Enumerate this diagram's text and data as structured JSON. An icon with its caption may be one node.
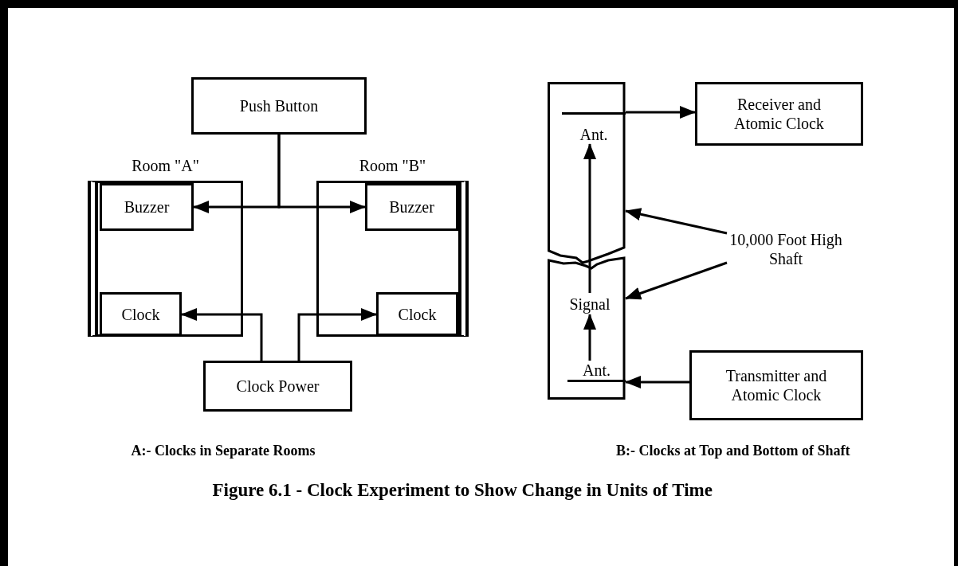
{
  "diagram": {
    "caption": "Figure 6.1 - Clock Experiment to Show Change in Units of Time",
    "nodes": [
      {
        "text": [
          "Push Button"
        ]
      },
      {
        "text": [
          "Room \"A\""
        ]
      },
      {
        "text": [
          "Buzzer"
        ],
        "in": 1
      },
      {
        "text": [
          "Clock"
        ],
        "in": 1
      },
      {
        "text": [
          "Room \"B\""
        ]
      },
      {
        "text": [
          "Buzzer"
        ],
        "in": 4
      },
      {
        "text": [
          "Clock"
        ],
        "in": 4
      },
      {
        "text": [
          "Clock Power"
        ]
      },
      {
        "text": [],
        "shape": "box"
      },
      {
        "text": [
          "Ant."
        ],
        "in": 8
      },
      {
        "text": [],
        "shape": "box"
      },
      {
        "text": [
          "Signal"
        ],
        "in": 10
      },
      {
        "text": [
          "Ant."
        ],
        "in": 10
      },
      {
        "text": [
          "Receiver and Atomic Clock"
        ]
      },
      {
        "text": [
          "10,000 Foot High Shaft"
        ]
      },
      {
        "text": [
          "Transmitter and Atomic Clock"
        ]
      }
    ],
    "edges": [
      {
        "from": 0,
        "to": 2,
        "arrow": "to"
      },
      {
        "from": 0,
        "to": 5,
        "arrow": "to"
      },
      {
        "from": 7,
        "to": 3,
        "arrow": "to"
      },
      {
        "from": 7,
        "to": 6,
        "arrow": "to"
      },
      {
        "from": 9,
        "to": 13,
        "arrow": "to"
      },
      {
        "from": 11,
        "to": 9,
        "arrow": "to"
      },
      {
        "from": 12,
        "to": 11,
        "arrow": "to"
      },
      {
        "from": 15,
        "to": 12,
        "arrow": "to"
      },
      {
        "from": 14,
        "to": 8,
        "arrow": "to"
      },
      {
        "from": 14,
        "to": 10,
        "arrow": "to"
      }
    ],
    "labels": [
      "A:- Clocks in Separate Rooms",
      "B:- Clocks at Top and Bottom of Shaft"
    ]
  }
}
